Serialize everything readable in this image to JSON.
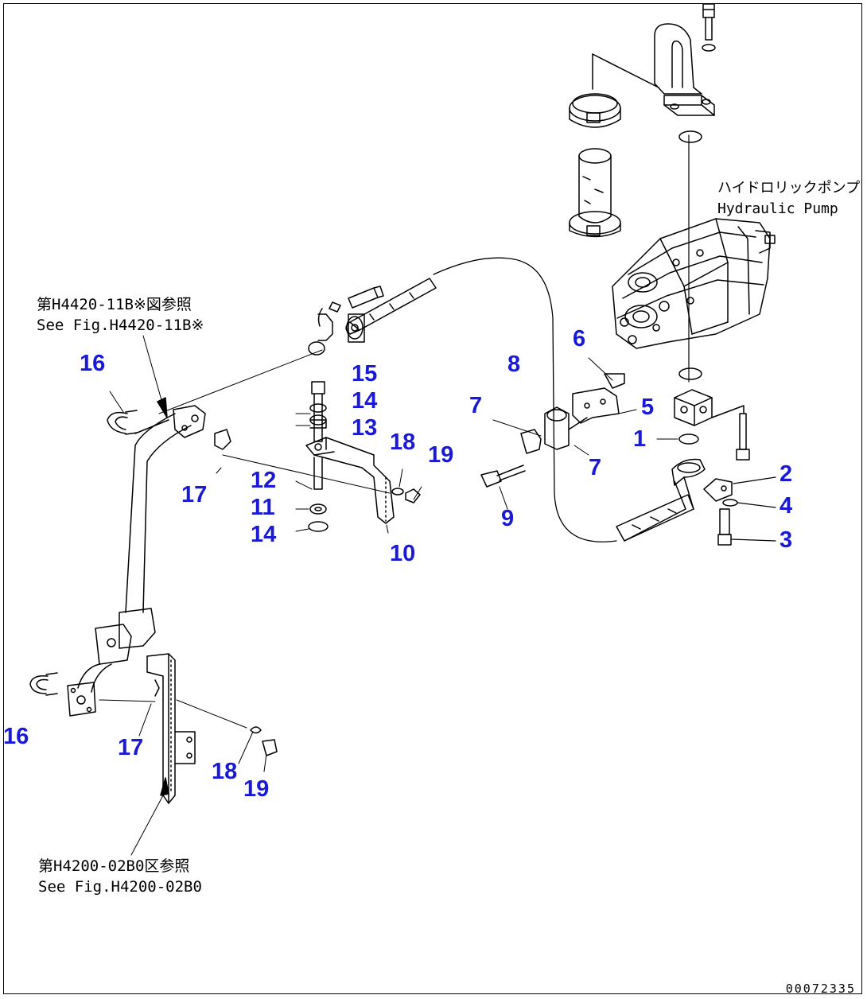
{
  "refs": {
    "upper": {
      "jp": "第H4420-11B※図参照",
      "en": "See Fig.H4420-11B※"
    },
    "lower": {
      "jp": "第H4200-02B0区参照",
      "en": "See Fig.H4200-02B0"
    },
    "pump": {
      "jp": "ハイドロリックポンプ",
      "en": "Hydraulic Pump"
    }
  },
  "labels": {
    "p1": "1",
    "p2": "2",
    "p3": "3",
    "p4": "4",
    "p5": "5",
    "p6": "6",
    "p7a": "7",
    "p7b": "7",
    "p8": "8",
    "p9": "9",
    "p10": "10",
    "p11": "11",
    "p12": "12",
    "p13": "13",
    "p14a": "14",
    "p14b": "14",
    "p15": "15",
    "p16a": "16",
    "p16b": "16",
    "p17a": "17",
    "p17b": "17",
    "p18a": "18",
    "p18b": "18",
    "p19a": "19",
    "p19b": "19"
  },
  "doc_number": "00072335",
  "colors": {
    "label": "#1a1ad6",
    "line": "#000000"
  }
}
